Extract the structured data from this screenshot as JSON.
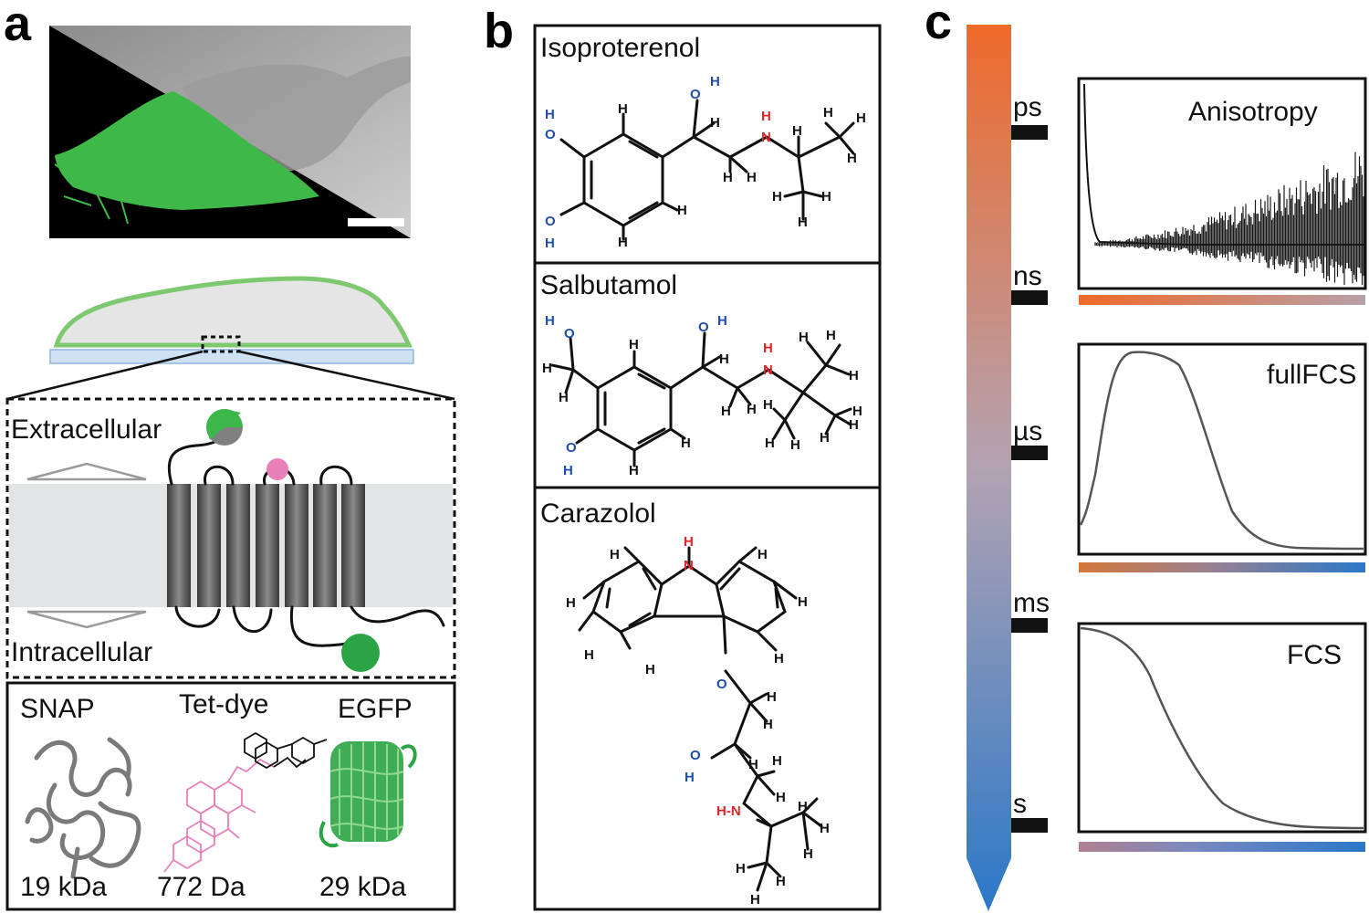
{
  "panels": {
    "a": {
      "letter": "a",
      "extracellular_label": "Extracellular",
      "intracellular_label": "Intracellular",
      "labels": [
        {
          "name": "SNAP",
          "size": "19 kDa"
        },
        {
          "name": "Tet-dye",
          "size": "772 Da"
        },
        {
          "name": "EGFP",
          "size": "29 kDa"
        }
      ]
    },
    "b": {
      "letter": "b",
      "molecules": [
        "Isoproterenol",
        "Salbutamol",
        "Carazolol"
      ]
    },
    "c": {
      "letter": "c",
      "timescale_labels": [
        "ps",
        "ns",
        "µs",
        "ms",
        "s"
      ],
      "curve_titles": [
        "Anisotropy",
        "fullFCS",
        "FCS"
      ]
    }
  },
  "atoms": {
    "H": "H",
    "O": "O",
    "N": "N",
    "OH": "OH",
    "HN": "H-N"
  },
  "colors": {
    "green": "#3cb84a",
    "gray_protein": "#808080",
    "pink": "#e87fb8",
    "blue_atom": "#1f4fa8",
    "red_atom": "#e02424",
    "orange": "#ef6a2a",
    "blue": "#2a78c8"
  }
}
